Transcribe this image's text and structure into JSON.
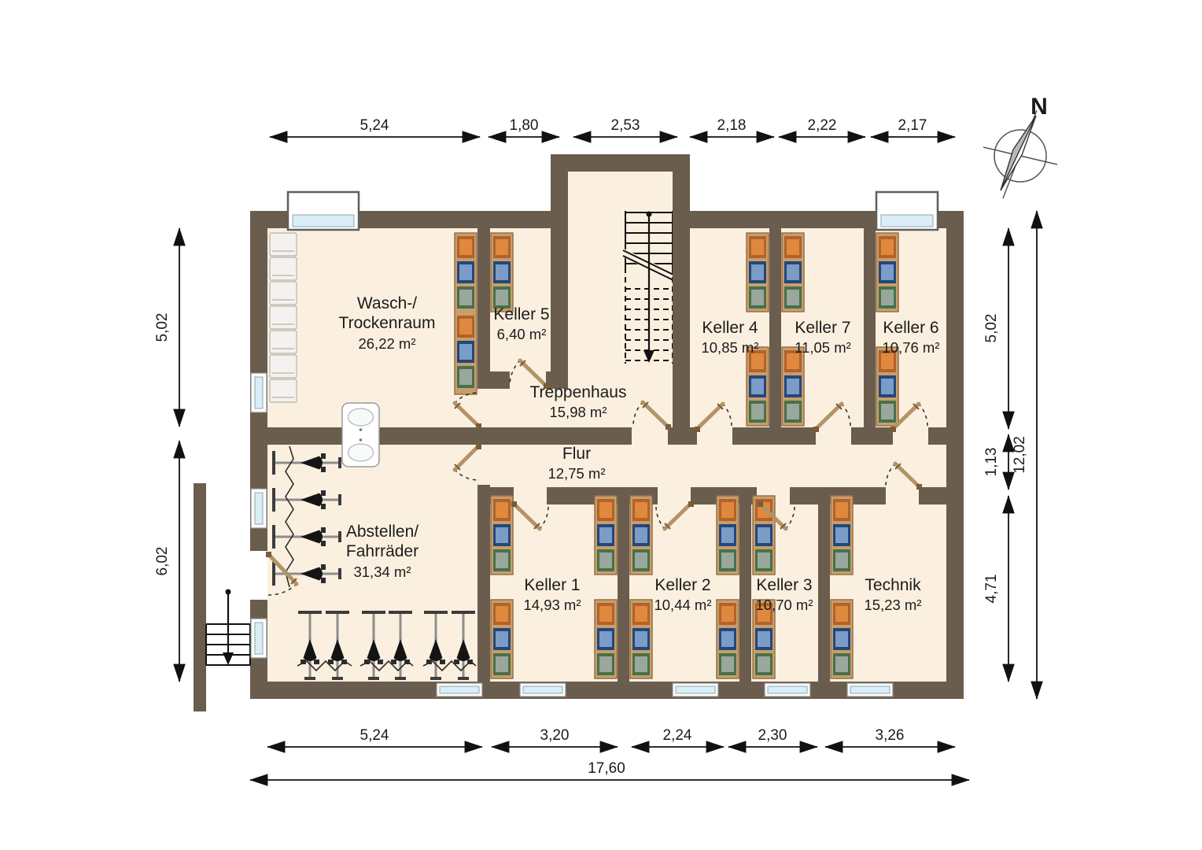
{
  "compass": {
    "north_label": "N"
  },
  "rooms": [
    {
      "key": "wasch_trockenraum",
      "line1": "Wasch-/",
      "line2": "Trockenraum",
      "area": "26,22 m²"
    },
    {
      "key": "keller5",
      "line1": "Keller 5",
      "line2": "",
      "area": "6,40 m²"
    },
    {
      "key": "treppenhaus",
      "line1": "Treppenhaus",
      "line2": "",
      "area": "15,98 m²"
    },
    {
      "key": "keller4",
      "line1": "Keller 4",
      "line2": "",
      "area": "10,85 m²"
    },
    {
      "key": "keller7",
      "line1": "Keller 7",
      "line2": "",
      "area": "11,05 m²"
    },
    {
      "key": "keller6",
      "line1": "Keller 6",
      "line2": "",
      "area": "10,76 m²"
    },
    {
      "key": "flur",
      "line1": "Flur",
      "line2": "",
      "area": "12,75 m²"
    },
    {
      "key": "abstellen_fahrraeder",
      "line1": "Abstellen/",
      "line2": "Fahrräder",
      "area": "31,34 m²"
    },
    {
      "key": "keller1",
      "line1": "Keller 1",
      "line2": "",
      "area": "14,93 m²"
    },
    {
      "key": "keller2",
      "line1": "Keller 2",
      "line2": "",
      "area": "10,44 m²"
    },
    {
      "key": "keller3",
      "line1": "Keller 3",
      "line2": "",
      "area": "10,70 m²"
    },
    {
      "key": "technik",
      "line1": "Technik",
      "line2": "",
      "area": "15,23 m²"
    }
  ],
  "dimensions": {
    "top": [
      "5,24",
      "1,80",
      "2,53",
      "2,18",
      "2,22",
      "2,17"
    ],
    "bottom": [
      "5,24",
      "3,20",
      "2,24",
      "2,30",
      "3,26"
    ],
    "bottom_total": "17,60",
    "left": [
      "5,02",
      "6,02"
    ],
    "right": [
      "5,02",
      "1,13",
      "4,71"
    ],
    "right_total": "12,02"
  },
  "colors": {
    "wall": "#6a5d4e",
    "floor": "#fbf0df",
    "window_glass": "#d9eef6",
    "door_leaf": "#b39368",
    "shelf_orange": "#e0893e",
    "shelf_blue": "#7b9cc6",
    "shelf_green": "#9aa79c"
  }
}
